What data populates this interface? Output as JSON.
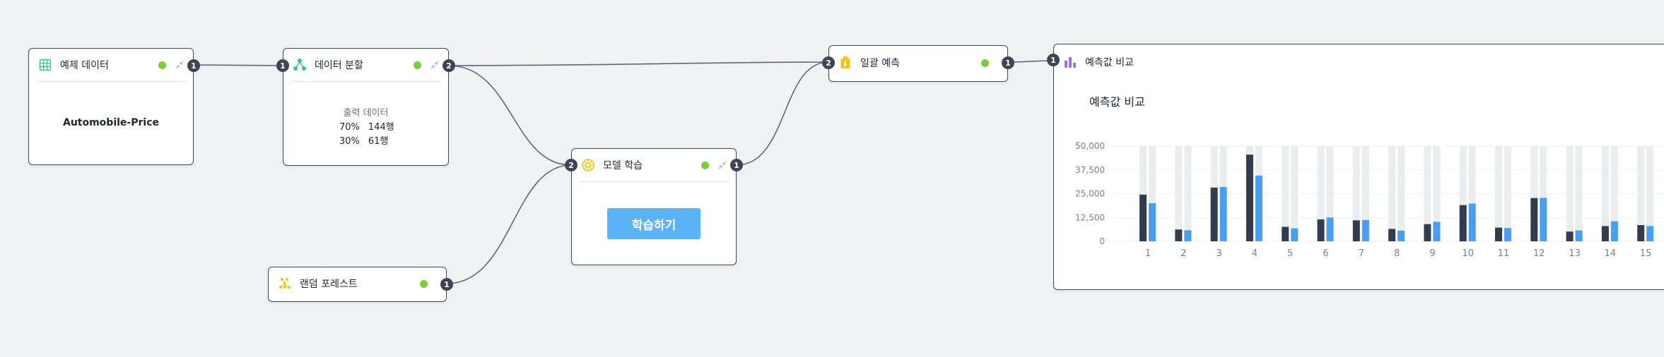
{
  "nodes": {
    "sample": {
      "title": "예제 데이터",
      "dataset": "Automobile-Price",
      "output_port": "1"
    },
    "split": {
      "title": "데이터 분할",
      "output_label": "출력 데이터",
      "rows": [
        {
          "pct": "70%",
          "count": "144행"
        },
        {
          "pct": "30%",
          "count": "61행"
        }
      ],
      "input_port": "1",
      "output_port": "2"
    },
    "forest": {
      "title": "랜덤 포레스트",
      "output_port": "1"
    },
    "train": {
      "title": "모델 학습",
      "button": "학습하기",
      "input_port": "2",
      "output_port": "1"
    },
    "batch": {
      "title": "일괄 예측",
      "input_port": "2",
      "output_port": "1"
    },
    "compare": {
      "title": "예측값 비교",
      "input_port": "1"
    }
  },
  "colors": {
    "actual": "#323c4f",
    "predicted": "#4a9ef0",
    "track": "#ebecee",
    "status": "#7ccd3c"
  },
  "chart_data": {
    "type": "bar",
    "title": "예측값 비교",
    "categories": [
      "1",
      "2",
      "3",
      "4",
      "5",
      "6",
      "7",
      "8",
      "9",
      "10",
      "11",
      "12",
      "13",
      "14",
      "15"
    ],
    "y_ticks": [
      "50,000",
      "37,500",
      "25,000",
      "12,500",
      "0"
    ],
    "ylim": [
      0,
      50000
    ],
    "grid": true,
    "series": [
      {
        "values": [
          24500,
          6200,
          28200,
          45500,
          7600,
          11500,
          11000,
          6500,
          9000,
          19000,
          7200,
          22700,
          5100,
          8000,
          8500
        ]
      },
      {
        "values": [
          20000,
          5800,
          28500,
          34500,
          6800,
          12500,
          11200,
          5600,
          10200,
          19800,
          7000,
          22800,
          5700,
          10500,
          8000
        ]
      }
    ]
  }
}
